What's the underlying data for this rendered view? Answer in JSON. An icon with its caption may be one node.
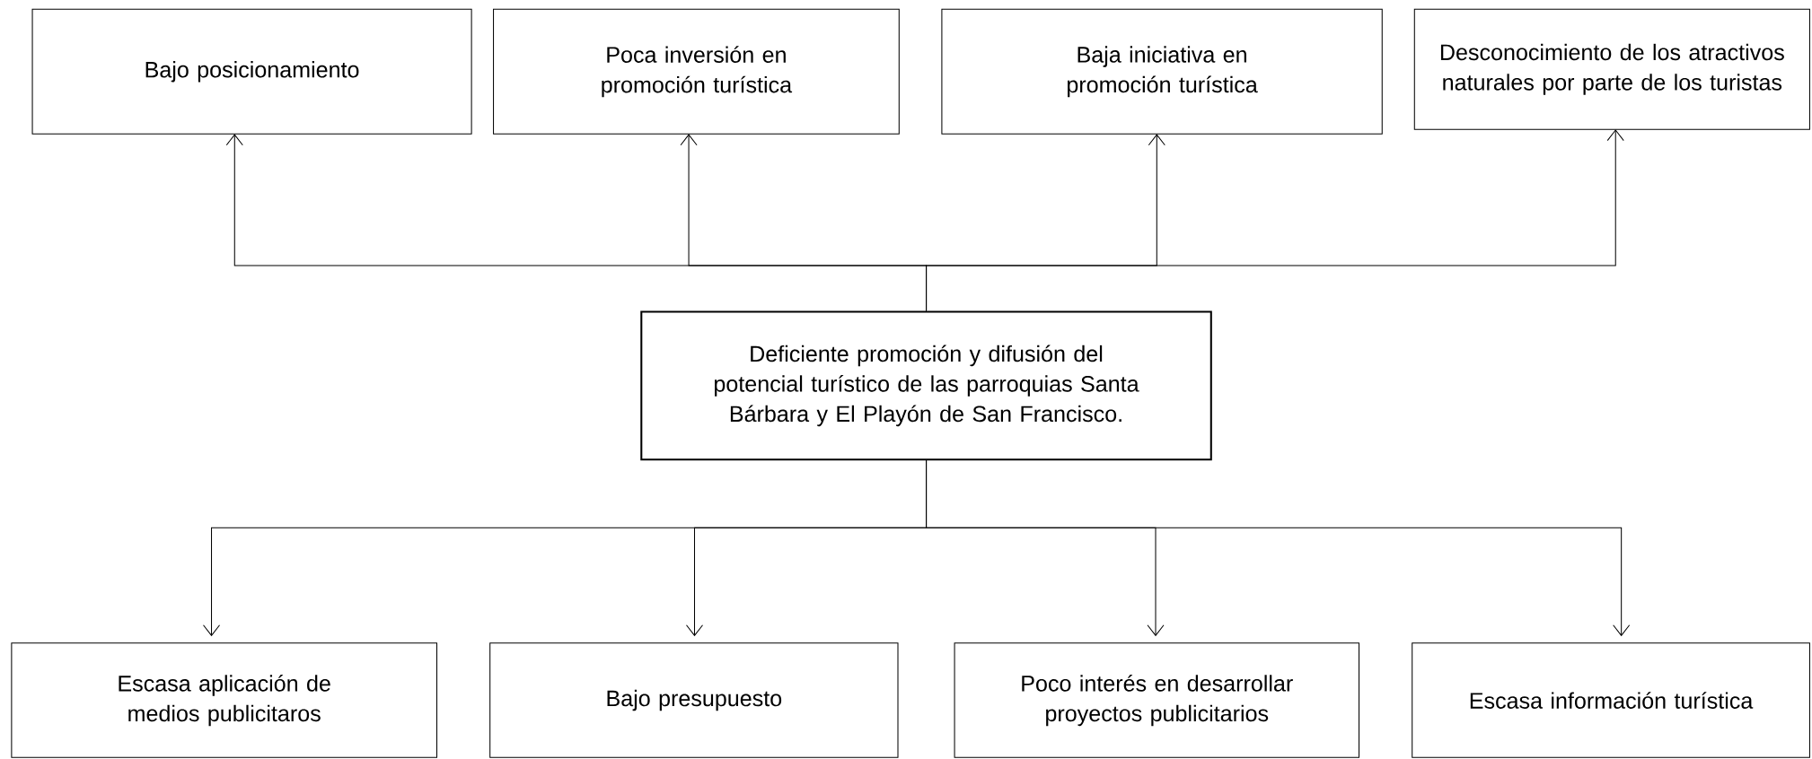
{
  "diagram": {
    "nodes": [
      {
        "text": [
          "Bajo posicionamiento"
        ]
      },
      {
        "text": [
          "Poca inversión en promoción turística"
        ]
      },
      {
        "text": [
          "Baja iniciativa en promoción turística"
        ]
      },
      {
        "text": [
          "Desconocimiento de los atractivos naturales por parte de los turistas"
        ]
      },
      {
        "text": [
          "Deficiente promoción y difusión del potencial turístico de las parroquias Santa Bárbara y El Playón de San Francisco."
        ]
      },
      {
        "text": [
          "Escasa aplicación de medios publicitaros"
        ]
      },
      {
        "text": [
          "Bajo presupuesto"
        ]
      },
      {
        "text": [
          "Poco interés en desarrollar proyectos publicitarios"
        ]
      },
      {
        "text": [
          "Escasa información turística"
        ]
      }
    ],
    "edges": [
      {
        "from": 4,
        "to": 0,
        "arrow": "to"
      },
      {
        "from": 4,
        "to": 1,
        "arrow": "to"
      },
      {
        "from": 4,
        "to": 2,
        "arrow": "to"
      },
      {
        "from": 4,
        "to": 3,
        "arrow": "to"
      },
      {
        "from": 4,
        "to": 5,
        "arrow": "to"
      },
      {
        "from": 4,
        "to": 6,
        "arrow": "to"
      },
      {
        "from": 4,
        "to": 7,
        "arrow": "to"
      },
      {
        "from": 4,
        "to": 8,
        "arrow": "to"
      }
    ]
  }
}
